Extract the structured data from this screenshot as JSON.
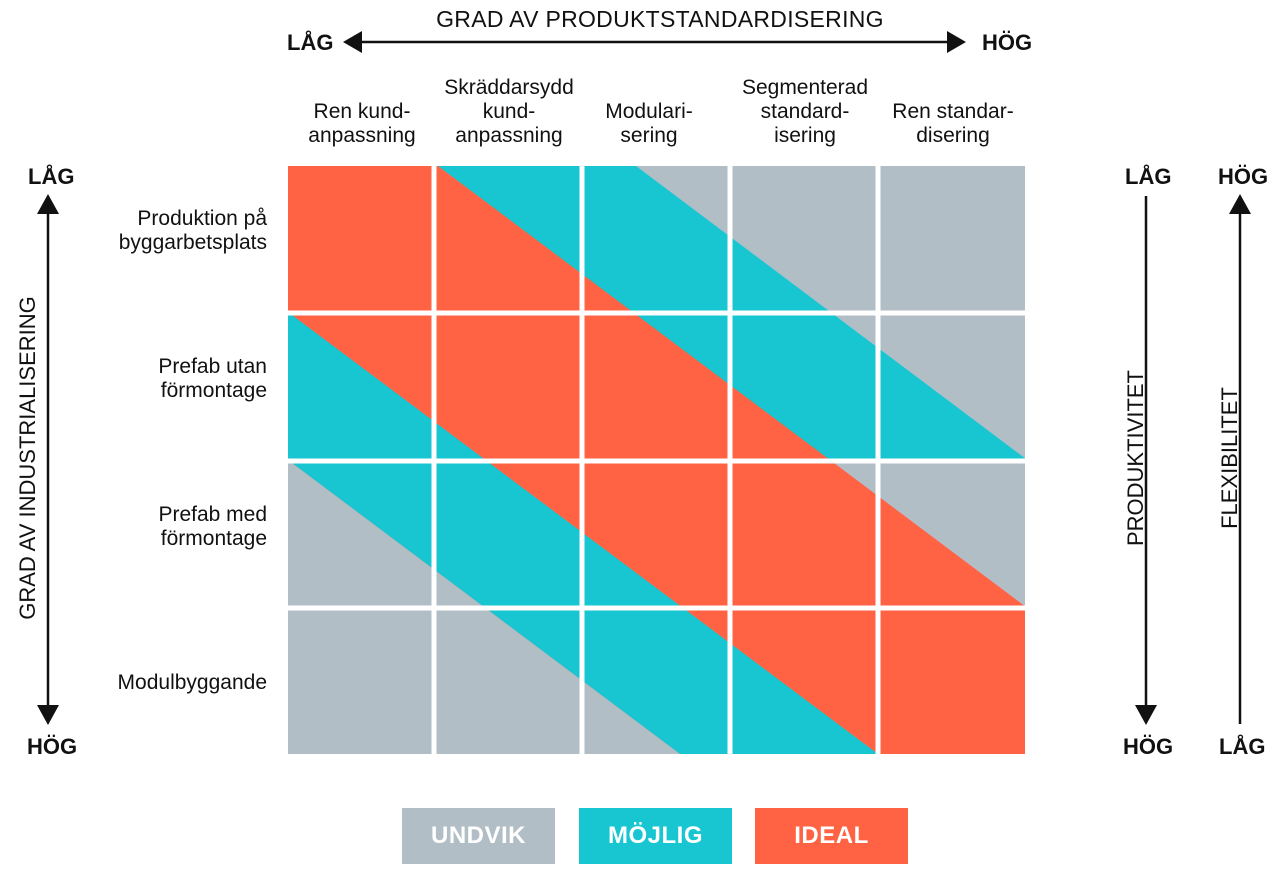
{
  "colors": {
    "avoid": "#b2bec6",
    "possible": "#17c6d1",
    "ideal": "#ff6344",
    "text": "#111111"
  },
  "top_axis": {
    "title": "GRAD AV PRODUKTSTANDARDISERING",
    "left_end": "LÅG",
    "right_end": "HÖG"
  },
  "columns": [
    "Ren kund-\nanpassning",
    "Skräddarsydd\nkund-\nanpassning",
    "Modulari-\nsering",
    "Segmenterad\nstandard-\nisering",
    "Ren standar-\ndisering"
  ],
  "rows": [
    "Produktion på\nbyggarbetsplats",
    "Prefab utan\nförmontage",
    "Prefab med\nförmontage",
    "Modulbyggande"
  ],
  "left_axis": {
    "title": "GRAD AV INDUSTRIALISERING",
    "top_end": "LÅG",
    "bottom_end": "HÖG"
  },
  "productivity_axis": {
    "title": "PRODUKTIVITET",
    "top_end": "LÅG",
    "bottom_end": "HÖG"
  },
  "flexibility_axis": {
    "title": "FLEXIBILITET",
    "top_end": "HÖG",
    "bottom_end": "LÅG"
  },
  "legend": [
    {
      "key": "avoid",
      "label": "UNDVIK"
    },
    {
      "key": "possible",
      "label": "MÖJLIG"
    },
    {
      "key": "ideal",
      "label": "IDEAL"
    }
  ]
}
